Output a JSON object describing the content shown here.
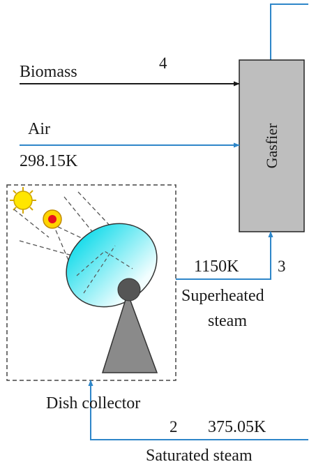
{
  "labels": {
    "biomass": "Biomass",
    "stream_4": "4",
    "air": "Air",
    "air_temperature": "298.15K",
    "gasifier": "Gasfier",
    "superheated_temperature": "1150K",
    "stream_3": "3",
    "superheated_line1": "Superheated",
    "superheated_line2": "steam",
    "dish_collector": "Dish collector",
    "stream_2": "2",
    "saturated_temperature": "375.05K",
    "saturated_steam": "Saturated steam"
  },
  "colors": {
    "flow_blue": "#2E86C9",
    "biomass_line": "#1a1a1a",
    "gasifier_fill": "#BEBEBE",
    "sun_fill": "#FFE600",
    "receiver_fill": "#FFD400",
    "receiver_core": "#E8101E",
    "dish_gradient_top": "#00D8E8",
    "dish_gradient_bottom": "#F2FEFF",
    "stand_fill": "#8A8A8A",
    "hub_fill": "#555555"
  },
  "icons": {
    "sun": "sun-icon",
    "receiver": "receiver-icon",
    "dish": "parabolic-dish-icon"
  }
}
